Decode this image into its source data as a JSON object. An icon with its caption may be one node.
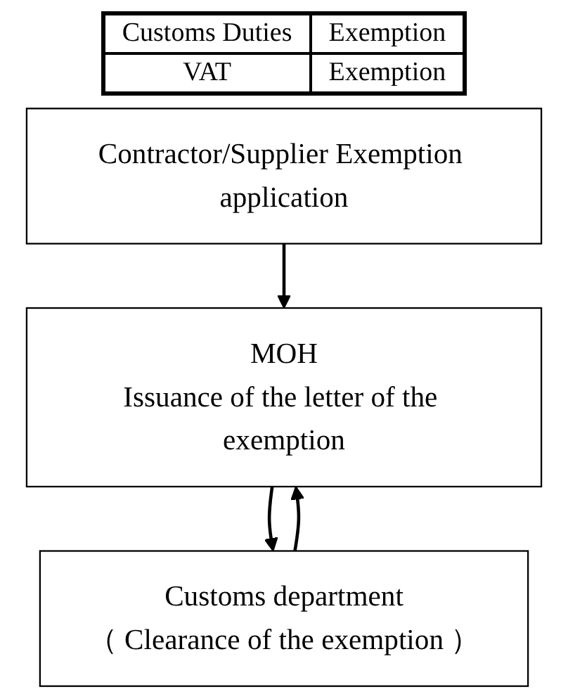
{
  "diagram": {
    "nodes": [
      {
        "text": [
          "Contractor/Supplier Exemption application"
        ]
      },
      {
        "text": [
          "MOH",
          "Issuance of the letter of the exemption"
        ]
      },
      {
        "text": [
          "Customs department",
          "（ Clearance of the exemption ）"
        ]
      }
    ],
    "edges": [
      {
        "from": 0,
        "to": 1,
        "arrow": "to"
      },
      {
        "from": 1,
        "to": 2,
        "arrow": "to"
      },
      {
        "from": 2,
        "to": 1,
        "arrow": "to"
      }
    ],
    "labels": [
      "Customs Duties",
      "Exemption",
      "VAT",
      "Exemption"
    ]
  }
}
